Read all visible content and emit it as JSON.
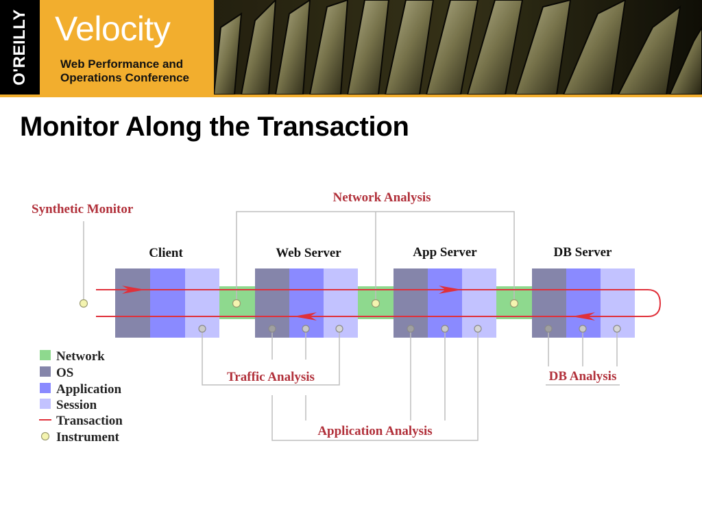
{
  "header": {
    "publisher": "O'REILLY",
    "brand": "Velocity",
    "subtitle_line1": "Web Performance and",
    "subtitle_line2": "Operations Conference",
    "colors": {
      "accent": "#f2ae2e"
    }
  },
  "slide": {
    "title": "Monitor Along the Transaction"
  },
  "diagram": {
    "tiers": [
      {
        "name": "Client"
      },
      {
        "name": "Web Server"
      },
      {
        "name": "App Server"
      },
      {
        "name": "DB Server"
      }
    ],
    "analysis_labels": {
      "synthetic_monitor": "Synthetic Monitor",
      "network": "Network Analysis",
      "traffic": "Traffic Analysis",
      "application": "Application Analysis",
      "db": "DB Analysis"
    },
    "legend": [
      {
        "label": "Network",
        "kind": "swatch",
        "color": "#8ed98e"
      },
      {
        "label": "OS",
        "kind": "swatch",
        "color": "#8585aa"
      },
      {
        "label": "Application",
        "kind": "swatch",
        "color": "#8a8aff"
      },
      {
        "label": "Session",
        "kind": "swatch",
        "color": "#c2c2ff"
      },
      {
        "label": "Transaction",
        "kind": "line",
        "color": "#e0303a"
      },
      {
        "label": "Instrument",
        "kind": "dot",
        "color": "#f4f4b0"
      }
    ],
    "colors": {
      "network": "#8ed98e",
      "os": "#8585aa",
      "application": "#8a8aff",
      "session": "#c2c2ff",
      "transaction": "#e0303a",
      "label": "#b1303a",
      "connector": "#bdbdbd"
    }
  }
}
